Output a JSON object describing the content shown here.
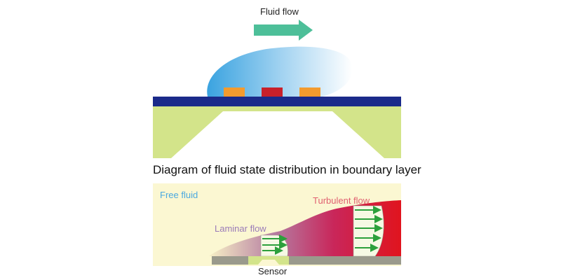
{
  "top_diagram": {
    "flow_label": "Fluid flow"
  },
  "caption": "Diagram of fluid state distribution in boundary layer",
  "bottom_diagram": {
    "free_fluid_label": "Free fluid",
    "laminar_label": "Laminar flow",
    "turbulent_label": "Turbulent flow",
    "sensor_label": "Sensor"
  },
  "colors": {
    "flow_arrow": "#4dbf99",
    "bubble": "#3aa3e0",
    "substrate": "#1a2a8a",
    "membrane": "#d3e48a",
    "heater": "#c8202a",
    "sensor_pad": "#f39b2e",
    "free_fluid_bg": "#fbf7d2",
    "free_fluid_text": "#4aa8e0",
    "laminar_text": "#9a7bb8",
    "turbulent_text": "#e06070",
    "turbulent_fill": "#e0141e",
    "velocity_arrow": "#2ca03c",
    "base_gray": "#9a9a8c"
  }
}
